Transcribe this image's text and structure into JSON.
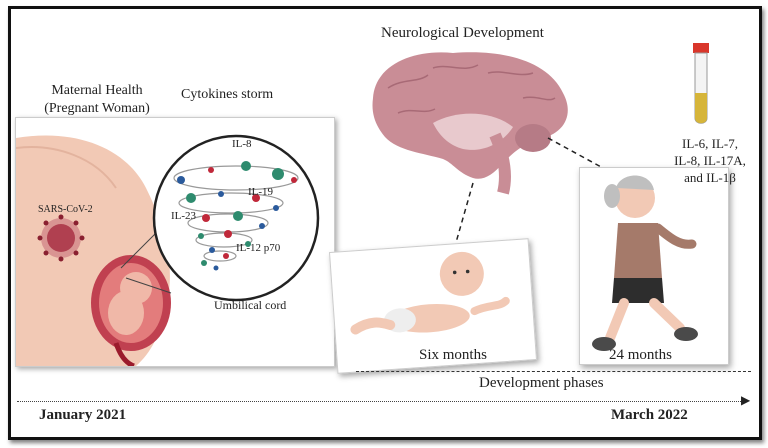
{
  "labels": {
    "neurological_development": "Neurological Development",
    "maternal_health_line1": "Maternal Health",
    "maternal_health_line2": "(Pregnant Woman)",
    "cytokines_storm": "Cytokines storm",
    "sars_cov_2": "SARS-CoV-2",
    "il8": "IL-8",
    "il19": "IL-19",
    "il23": "IL-23",
    "il12": "IL-12 p70",
    "umbilical_cord": "Umbilical cord",
    "six_months": "Six months",
    "twenty_four_months": "24 months",
    "development_phases": "Development phases",
    "start_date": "January 2021",
    "end_date": "March 2022",
    "markers_line1": "IL-6, IL-7,",
    "markers_line2": "IL-8, IL-17A,",
    "markers_line3": "and IL-1β"
  },
  "colors": {
    "brain": "#c98d96",
    "skin": "#f2c9b5",
    "blood": "#9b1b2c",
    "cytokine_teal": "#2e8b6e",
    "cytokine_red": "#c0283a",
    "cytokine_blue": "#2a5a9c",
    "shirt": "#a57a6a",
    "shorts": "#2d2d2d"
  }
}
